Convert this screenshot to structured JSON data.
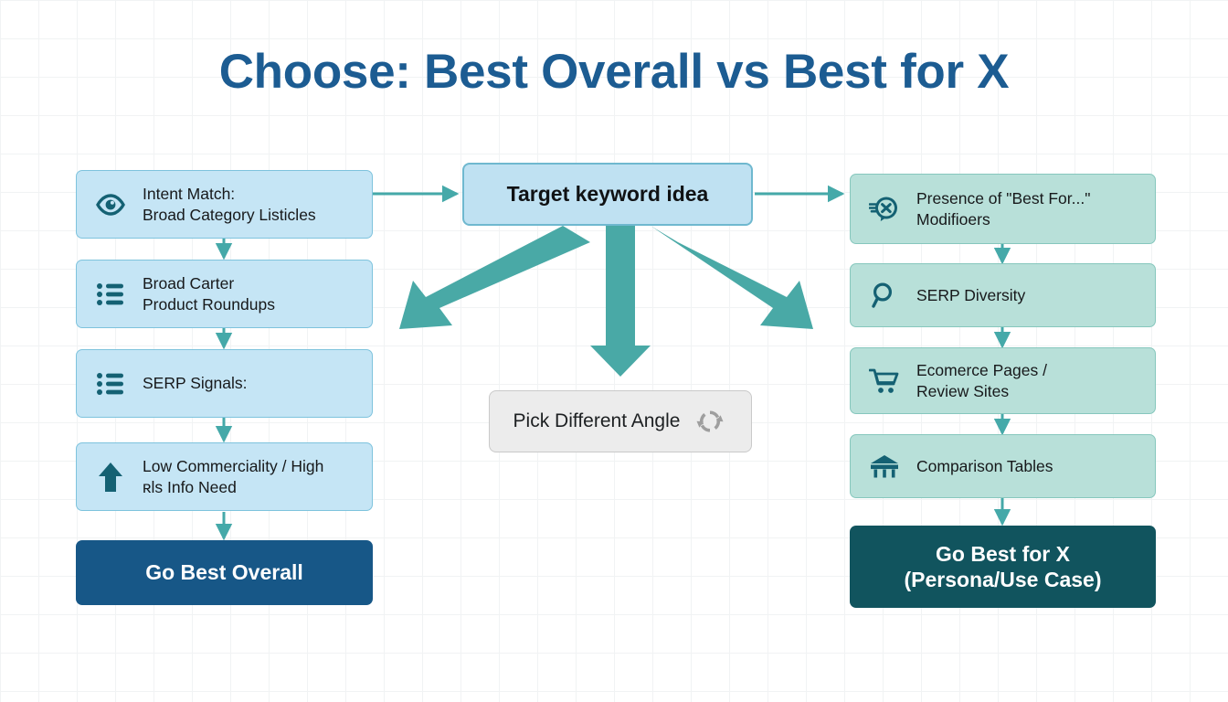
{
  "title": "Choose: Best Overall vs Best for X",
  "colors": {
    "title": "#1c5c92",
    "arrow_teal": "#45a9a9",
    "left_box_fill": "#c5e5f5",
    "left_box_border": "#7ec3dd",
    "right_box_fill": "#b8e0d9",
    "right_box_border": "#86c7bd",
    "center_box_fill": "#bfe1f2",
    "icon_dark_teal": "#146173",
    "terminal_left": "#175787",
    "terminal_right": "#11545e",
    "neutral_box_fill": "#ececec",
    "refresh_icon": "#9e9e9e"
  },
  "center": {
    "label": "Target keyword idea"
  },
  "alternate": {
    "label": "Pick Different Angle",
    "icon": "refresh-cycle-icon"
  },
  "left_column": {
    "nodes": [
      {
        "label": "Intent Match:\nBroad Category Listicles",
        "icon": "eye-icon"
      },
      {
        "label": "Broad Carter\nProduct Roundups",
        "icon": "bullet-list-icon"
      },
      {
        "label": "SERP Signals:",
        "icon": "bullet-list-icon"
      },
      {
        "label": "Low Commerciality / High\nʀls Info Need",
        "icon": "up-arrow-icon"
      }
    ],
    "terminal": {
      "label": "Go Best Overall"
    }
  },
  "right_column": {
    "nodes": [
      {
        "label": "Presence of \"Best For...\"\nModifioers",
        "icon": "comment-x-icon"
      },
      {
        "label": "SERP Diversity",
        "icon": "magnifier-icon"
      },
      {
        "label": "Ecomerce Pages /\nReview Sites",
        "icon": "shopping-cart-icon"
      },
      {
        "label": "Comparison Tables",
        "icon": "table-icon"
      }
    ],
    "terminal": {
      "label": "Go Best for X\n(Persona/Use Case)"
    }
  }
}
